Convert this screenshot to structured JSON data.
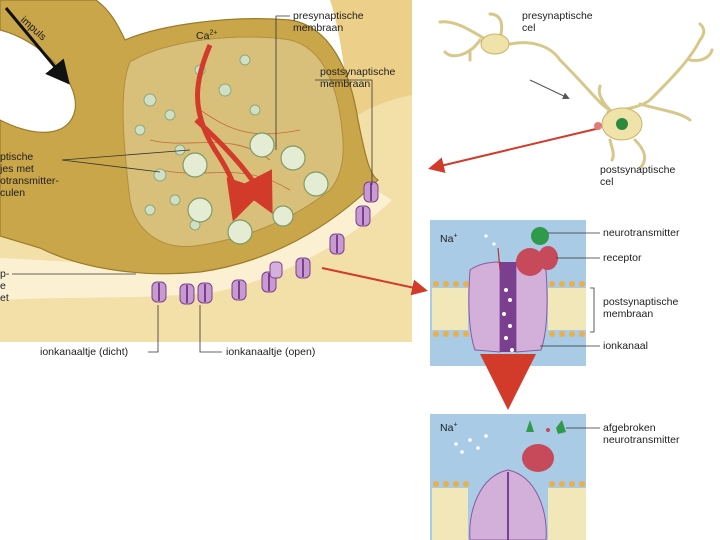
{
  "labels": {
    "impulse": "impuls",
    "calcium": "Ca",
    "calcium_charge": "2+",
    "presynaptic_membrane_1": "presynaptische",
    "presynaptic_membrane_2": "membraan",
    "postsynaptic_membrane_1": "postsynaptische",
    "postsynaptic_membrane_2": "membraan",
    "vesicles_1": "ptische",
    "vesicles_2": "jes met",
    "vesicles_3": "otransmitter-",
    "vesicles_4": "culen",
    "cleft_1": "p-",
    "cleft_2": "e",
    "cleft_3": "et",
    "ion_channel_closed": "ionkanaaltje (dicht)",
    "ion_channel_open": "ionkanaaltje (open)",
    "presynaptic_cell_1": "presynaptische",
    "presynaptic_cell_2": "cel",
    "postsynaptic_cell_1": "postsynaptische",
    "postsynaptic_cell_2": "cel",
    "sodium_top": "Na",
    "sodium_top_charge": "+",
    "neurotransmitter": "neurotransmitter",
    "receptor": "receptor",
    "postsyn_membrane_box_1": "postsynaptische",
    "postsyn_membrane_box_2": "membraan",
    "ion_channel": "ionkanaal",
    "sodium_bottom": "Na",
    "sodium_bottom_charge": "+",
    "degraded_nt_1": "afgebroken",
    "degraded_nt_2": "neurotransmitter"
  },
  "colors": {
    "terminal": "#c9a64a",
    "terminal_inner": "#d9c07a",
    "postsynaptic": "#f3dfa8",
    "cleft": "#fbf1d2",
    "channel": "#c79bd0",
    "channel_dark": "#7a3f8e",
    "arrow_red": "#d23a2a",
    "box_bg": "#a9cbe6",
    "membrane_head": "#e9b04a",
    "receptor": "#c64a5a",
    "neurotransmitter": "#2f9a4a"
  }
}
